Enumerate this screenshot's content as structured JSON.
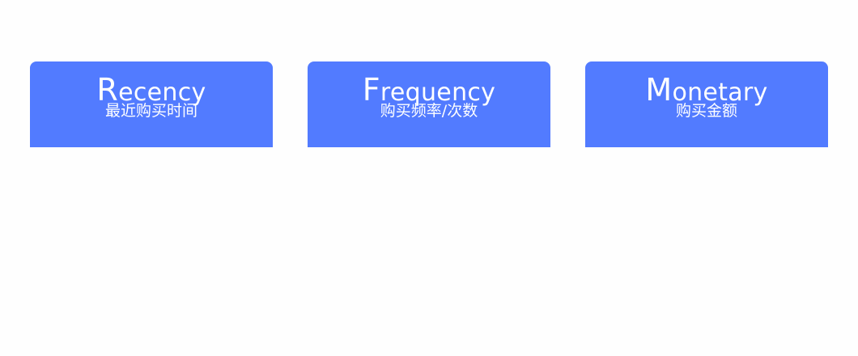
{
  "colors": {
    "card_background": "#527bff",
    "text": "#ffffff",
    "page_background": "#fefefe"
  },
  "cards": [
    {
      "initial": "R",
      "rest": "ecency",
      "subtitle": "最近购买时间"
    },
    {
      "initial": "F",
      "rest": "requency",
      "subtitle": "购买频率/次数"
    },
    {
      "initial": "M",
      "rest": "onetary",
      "subtitle": "购买金额"
    }
  ]
}
